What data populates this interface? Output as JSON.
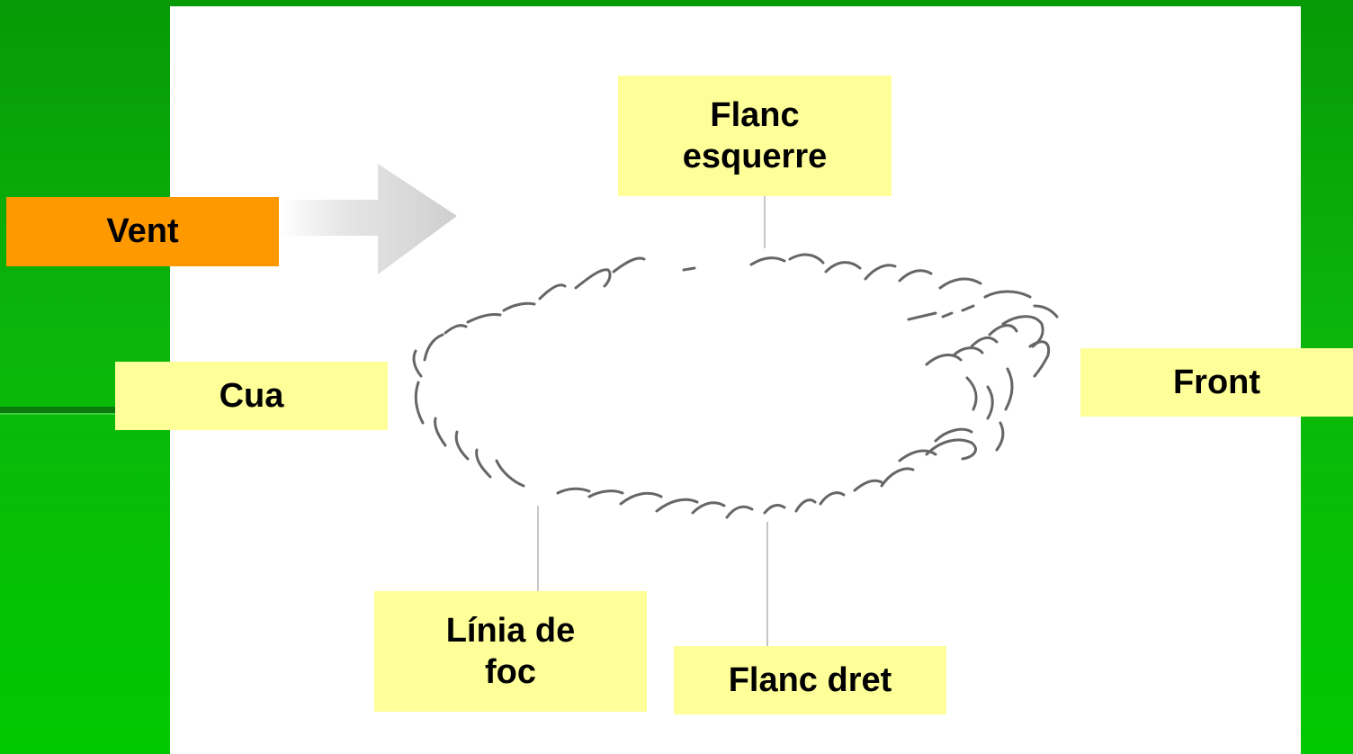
{
  "colors": {
    "background_green": "#0bb60b",
    "panel": "#ffffff",
    "label_fill": "#ffff99",
    "wind_label_fill": "#ff9900",
    "leader_line": "#b4b4b4",
    "flame_stroke": "#666666"
  },
  "diagram": {
    "wind": "Vent",
    "labels": {
      "left_flank_line1": "Flanc",
      "left_flank_line2": "esquerre",
      "tail": "Cua",
      "front": "Front",
      "fire_line_line1": "Línia de",
      "fire_line_line2": "foc",
      "right_flank": "Flanc dret"
    },
    "icons": {
      "wind_arrow": "wind-arrow-icon",
      "fire_perimeter": "fire-perimeter-icon"
    }
  }
}
